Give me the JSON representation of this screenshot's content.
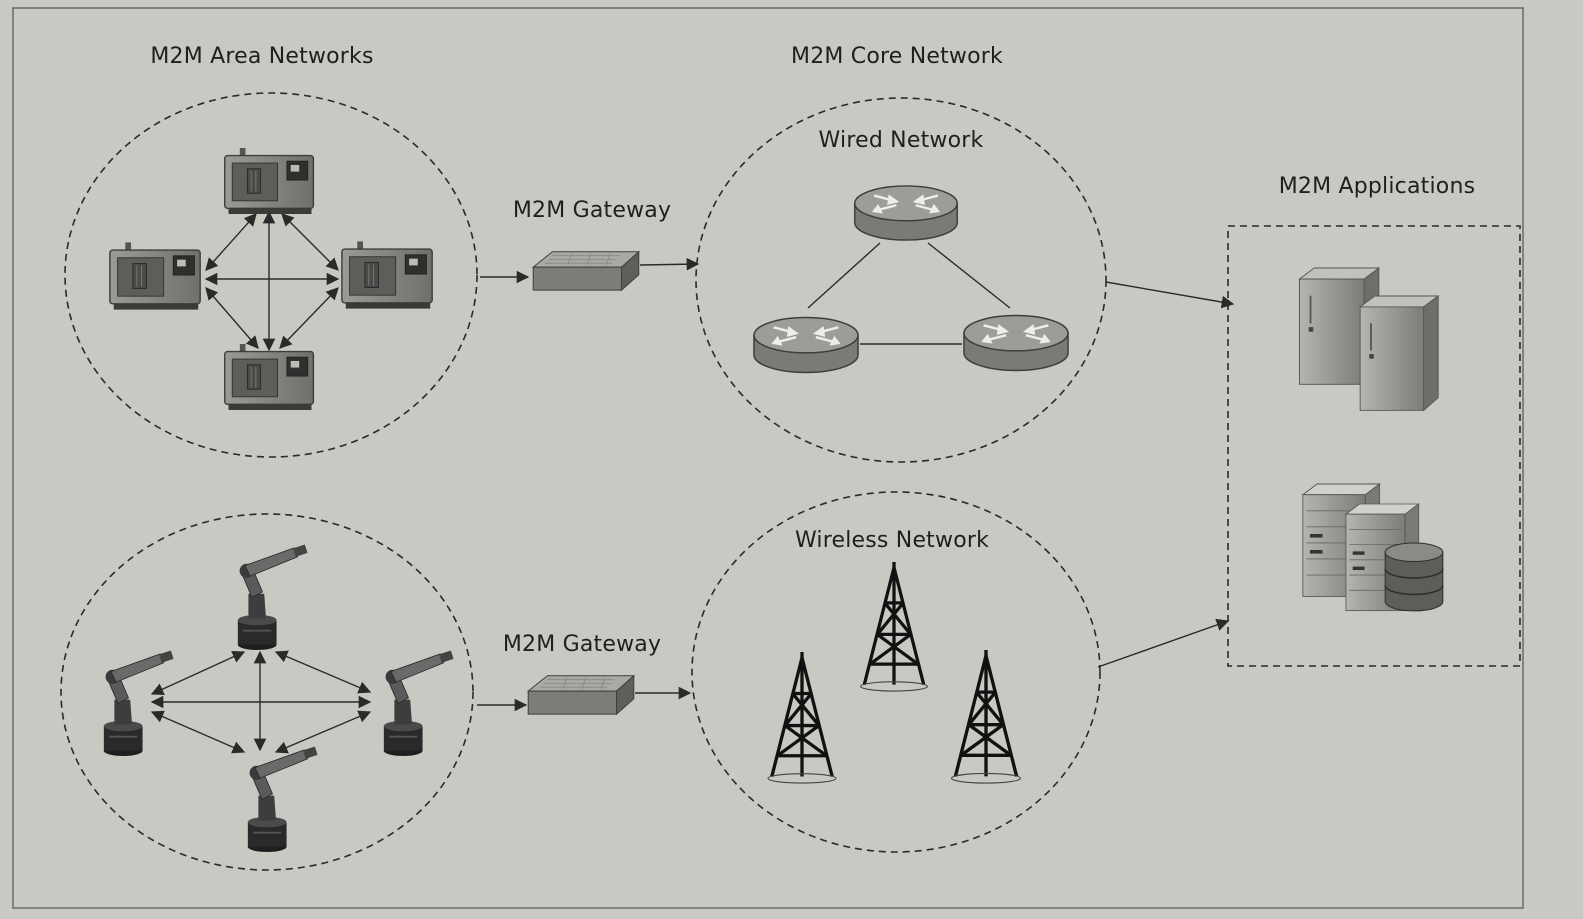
{
  "labels": {
    "area_networks": "M2M Area Networks",
    "core_network": "M2M Core Network",
    "wired_network": "Wired Network",
    "wireless_network": "Wireless Network",
    "gateway_top": "M2M Gateway",
    "gateway_bottom": "M2M Gateway",
    "applications": "M2M Applications"
  },
  "icons": {
    "machine": "cnc-machine-icon",
    "robot": "robot-arm-icon",
    "gateway": "gateway-device-icon",
    "router": "router-icon",
    "tower": "cell-tower-icon",
    "server": "server-icon",
    "database_server": "database-server-icon"
  },
  "colors": {
    "background": "#c9c8c3",
    "frame": "#6a6a66",
    "line": "#2a2a2a",
    "device_gray": "#8a8a86"
  }
}
